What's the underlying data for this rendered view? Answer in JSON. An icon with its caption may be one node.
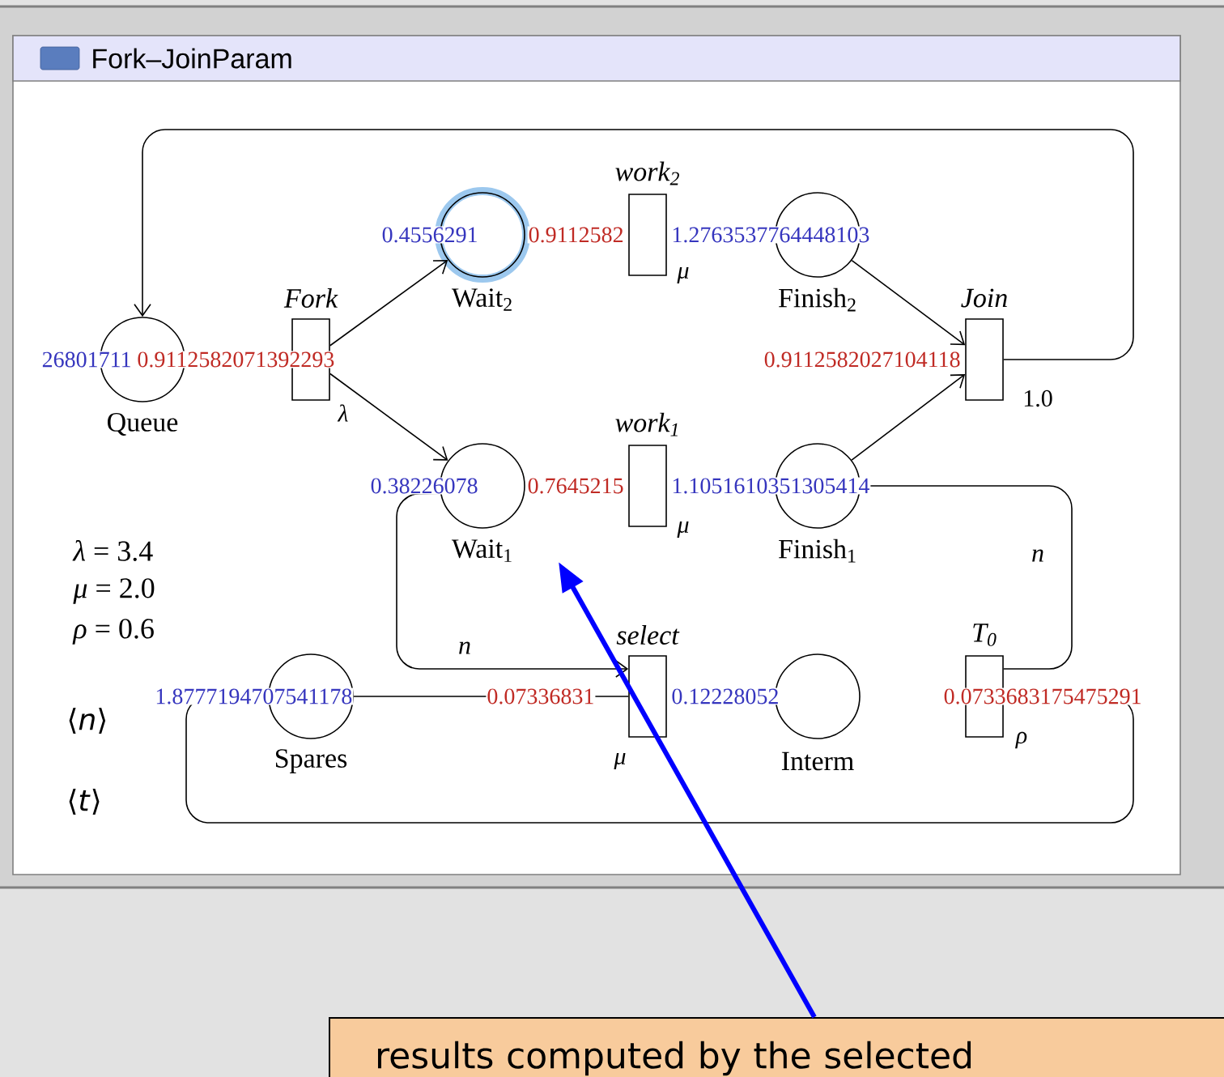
{
  "diagram": {
    "title": "Fork–JoinParam",
    "nodes": [
      {
        "text": [
          "Queue"
        ],
        "beside": [
          "26801711"
        ]
      },
      {
        "text": [
          "Fork"
        ],
        "beside": [
          "λ",
          "0.9112582071392293"
        ]
      },
      {
        "text": [
          "Wait$_{2}$"
        ],
        "beside": [
          "0.4556291"
        ]
      },
      {
        "text": [
          "work$_{2}$"
        ],
        "beside": [
          "μ",
          "0.9112582"
        ]
      },
      {
        "text": [
          "Finish$_{2}$"
        ],
        "beside": [
          "1.2763537764448103"
        ]
      },
      {
        "text": [
          "Join"
        ],
        "beside": [
          "1.0",
          "0.9112582027104118"
        ]
      },
      {
        "text": [
          "Wait$_{1}$"
        ],
        "beside": [
          "0.38226078"
        ]
      },
      {
        "text": [
          "work$_{1}$"
        ],
        "beside": [
          "μ",
          "0.7645215"
        ]
      },
      {
        "text": [
          "Finish$_{1}$"
        ],
        "beside": [
          "1.1051610351305414"
        ]
      },
      {
        "text": [
          "Spares"
        ],
        "beside": [
          "1.8777194707541178"
        ]
      },
      {
        "text": [
          "select"
        ],
        "beside": [
          "μ",
          "0.07336831"
        ]
      },
      {
        "text": [
          "Interm"
        ],
        "beside": [
          "0.12228052"
        ]
      },
      {
        "text": [
          "T$_{0}$"
        ],
        "beside": [
          "ρ",
          "0.0733683175475291"
        ]
      },
      {
        "text": [
          "results computed by the selected"
        ]
      }
    ],
    "edges": [
      {
        "from": 5,
        "to": 0,
        "arrow": "to"
      },
      {
        "from": 1,
        "to": 2,
        "arrow": "to"
      },
      {
        "from": 1,
        "to": 6,
        "arrow": "to"
      },
      {
        "from": 4,
        "to": 5,
        "arrow": "to"
      },
      {
        "from": 8,
        "to": 5,
        "arrow": "to"
      },
      {
        "from": 6,
        "to": 10,
        "arrow": "to",
        "label": "n"
      },
      {
        "from": 8,
        "to": 12,
        "arrow": "none",
        "label": "n"
      },
      {
        "from": 12,
        "to": 9,
        "arrow": "none"
      },
      {
        "from": 9,
        "to": 10,
        "arrow": "none"
      },
      {
        "from": 13,
        "to": null,
        "arrow": "to",
        "style": "thick",
        "color": "#0000ff"
      }
    ],
    "labels": [
      "*λ* = 3.4",
      "*μ* = 2.0",
      "*ρ* = 0.6",
      "⟨*n*⟩",
      "⟨*t*⟩"
    ]
  }
}
